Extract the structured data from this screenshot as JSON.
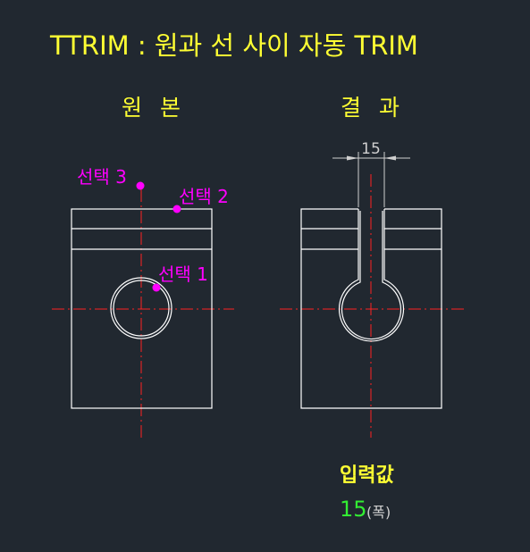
{
  "title": "TTRIM :  원과 선 사이 자동 TRIM",
  "original": {
    "heading": "원 본",
    "selections": [
      "선택 1",
      "선택 2",
      "선택 3"
    ]
  },
  "result": {
    "heading": "결 과",
    "dimension_label": "15"
  },
  "input": {
    "label": "입력값",
    "value": "15",
    "unit": "(폭)"
  },
  "colors": {
    "background": "#212830",
    "title": "#ffff33",
    "geometry": "#ffffff",
    "centerline": "#ff2222",
    "selection": "#ff00ff",
    "dimension": "#cfcfcf",
    "value": "#33ee33"
  }
}
